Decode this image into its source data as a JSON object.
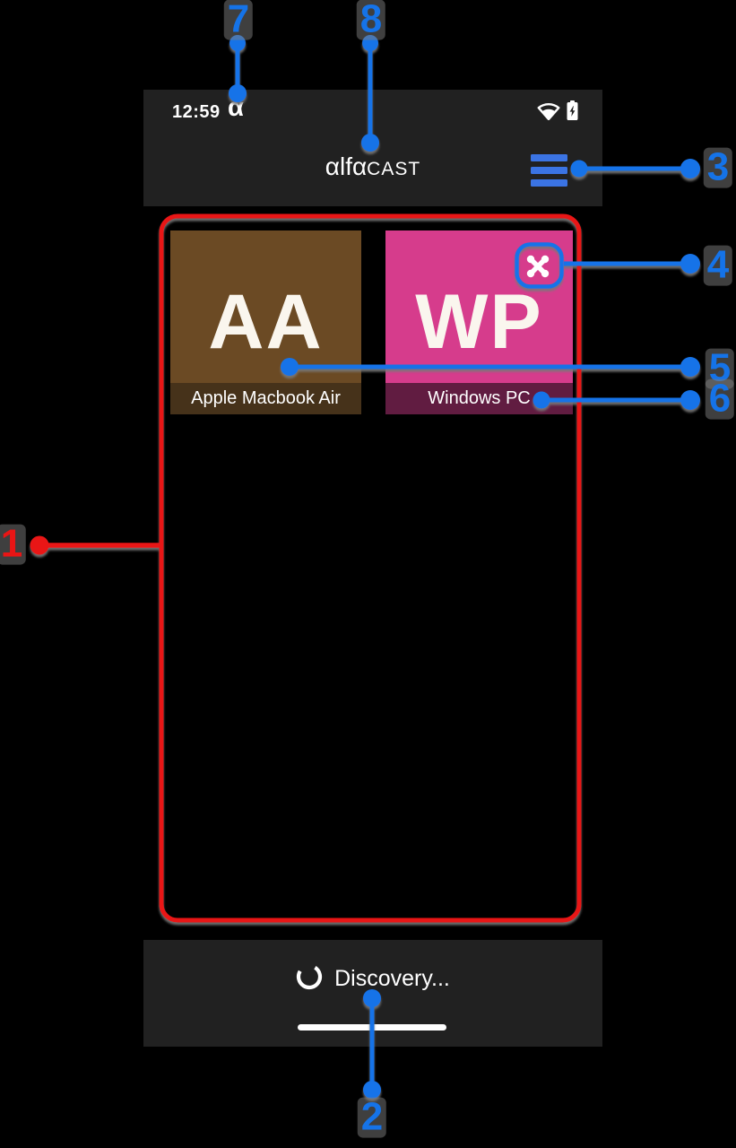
{
  "status_bar": {
    "time": "12:59",
    "notification_icon": "α",
    "wifi_icon": "wifi-signal-icon",
    "battery_icon": "battery-charging-icon",
    "text_color": "#ffffff"
  },
  "app_bar": {
    "title": "αlfαCAST",
    "title_main": "αlfα",
    "title_suffix": "CAST",
    "menu_icon": "hamburger-menu-icon",
    "menu_color": "#3B74E4",
    "bar_color": "#212121"
  },
  "devices": {
    "items": [
      {
        "initials": "AA",
        "name": "Apple Macbook Air",
        "tile_color": "#6B4A24",
        "label_bg": "#46321A"
      },
      {
        "initials": "WP",
        "name": "Windows PC",
        "tile_color": "#D63C8C",
        "label_bg": "#611C41",
        "corner_icon": "x-close-icon"
      }
    ]
  },
  "footer": {
    "status_text": "Discovery...",
    "spinner_icon": "loading-spinner-icon",
    "home_indicator": "nav-pill"
  },
  "annotations": {
    "accent_blue": "#1573E8",
    "accent_red": "#E91515",
    "markers": [
      {
        "label": "1",
        "color": "#E91515"
      },
      {
        "label": "2",
        "color": "#1573E8"
      },
      {
        "label": "3",
        "color": "#1573E8"
      },
      {
        "label": "4",
        "color": "#1573E8"
      },
      {
        "label": "5",
        "color": "#1573E8"
      },
      {
        "label": "6",
        "color": "#1573E8"
      },
      {
        "label": "7",
        "color": "#1573E8"
      },
      {
        "label": "8",
        "color": "#1573E8"
      }
    ]
  }
}
